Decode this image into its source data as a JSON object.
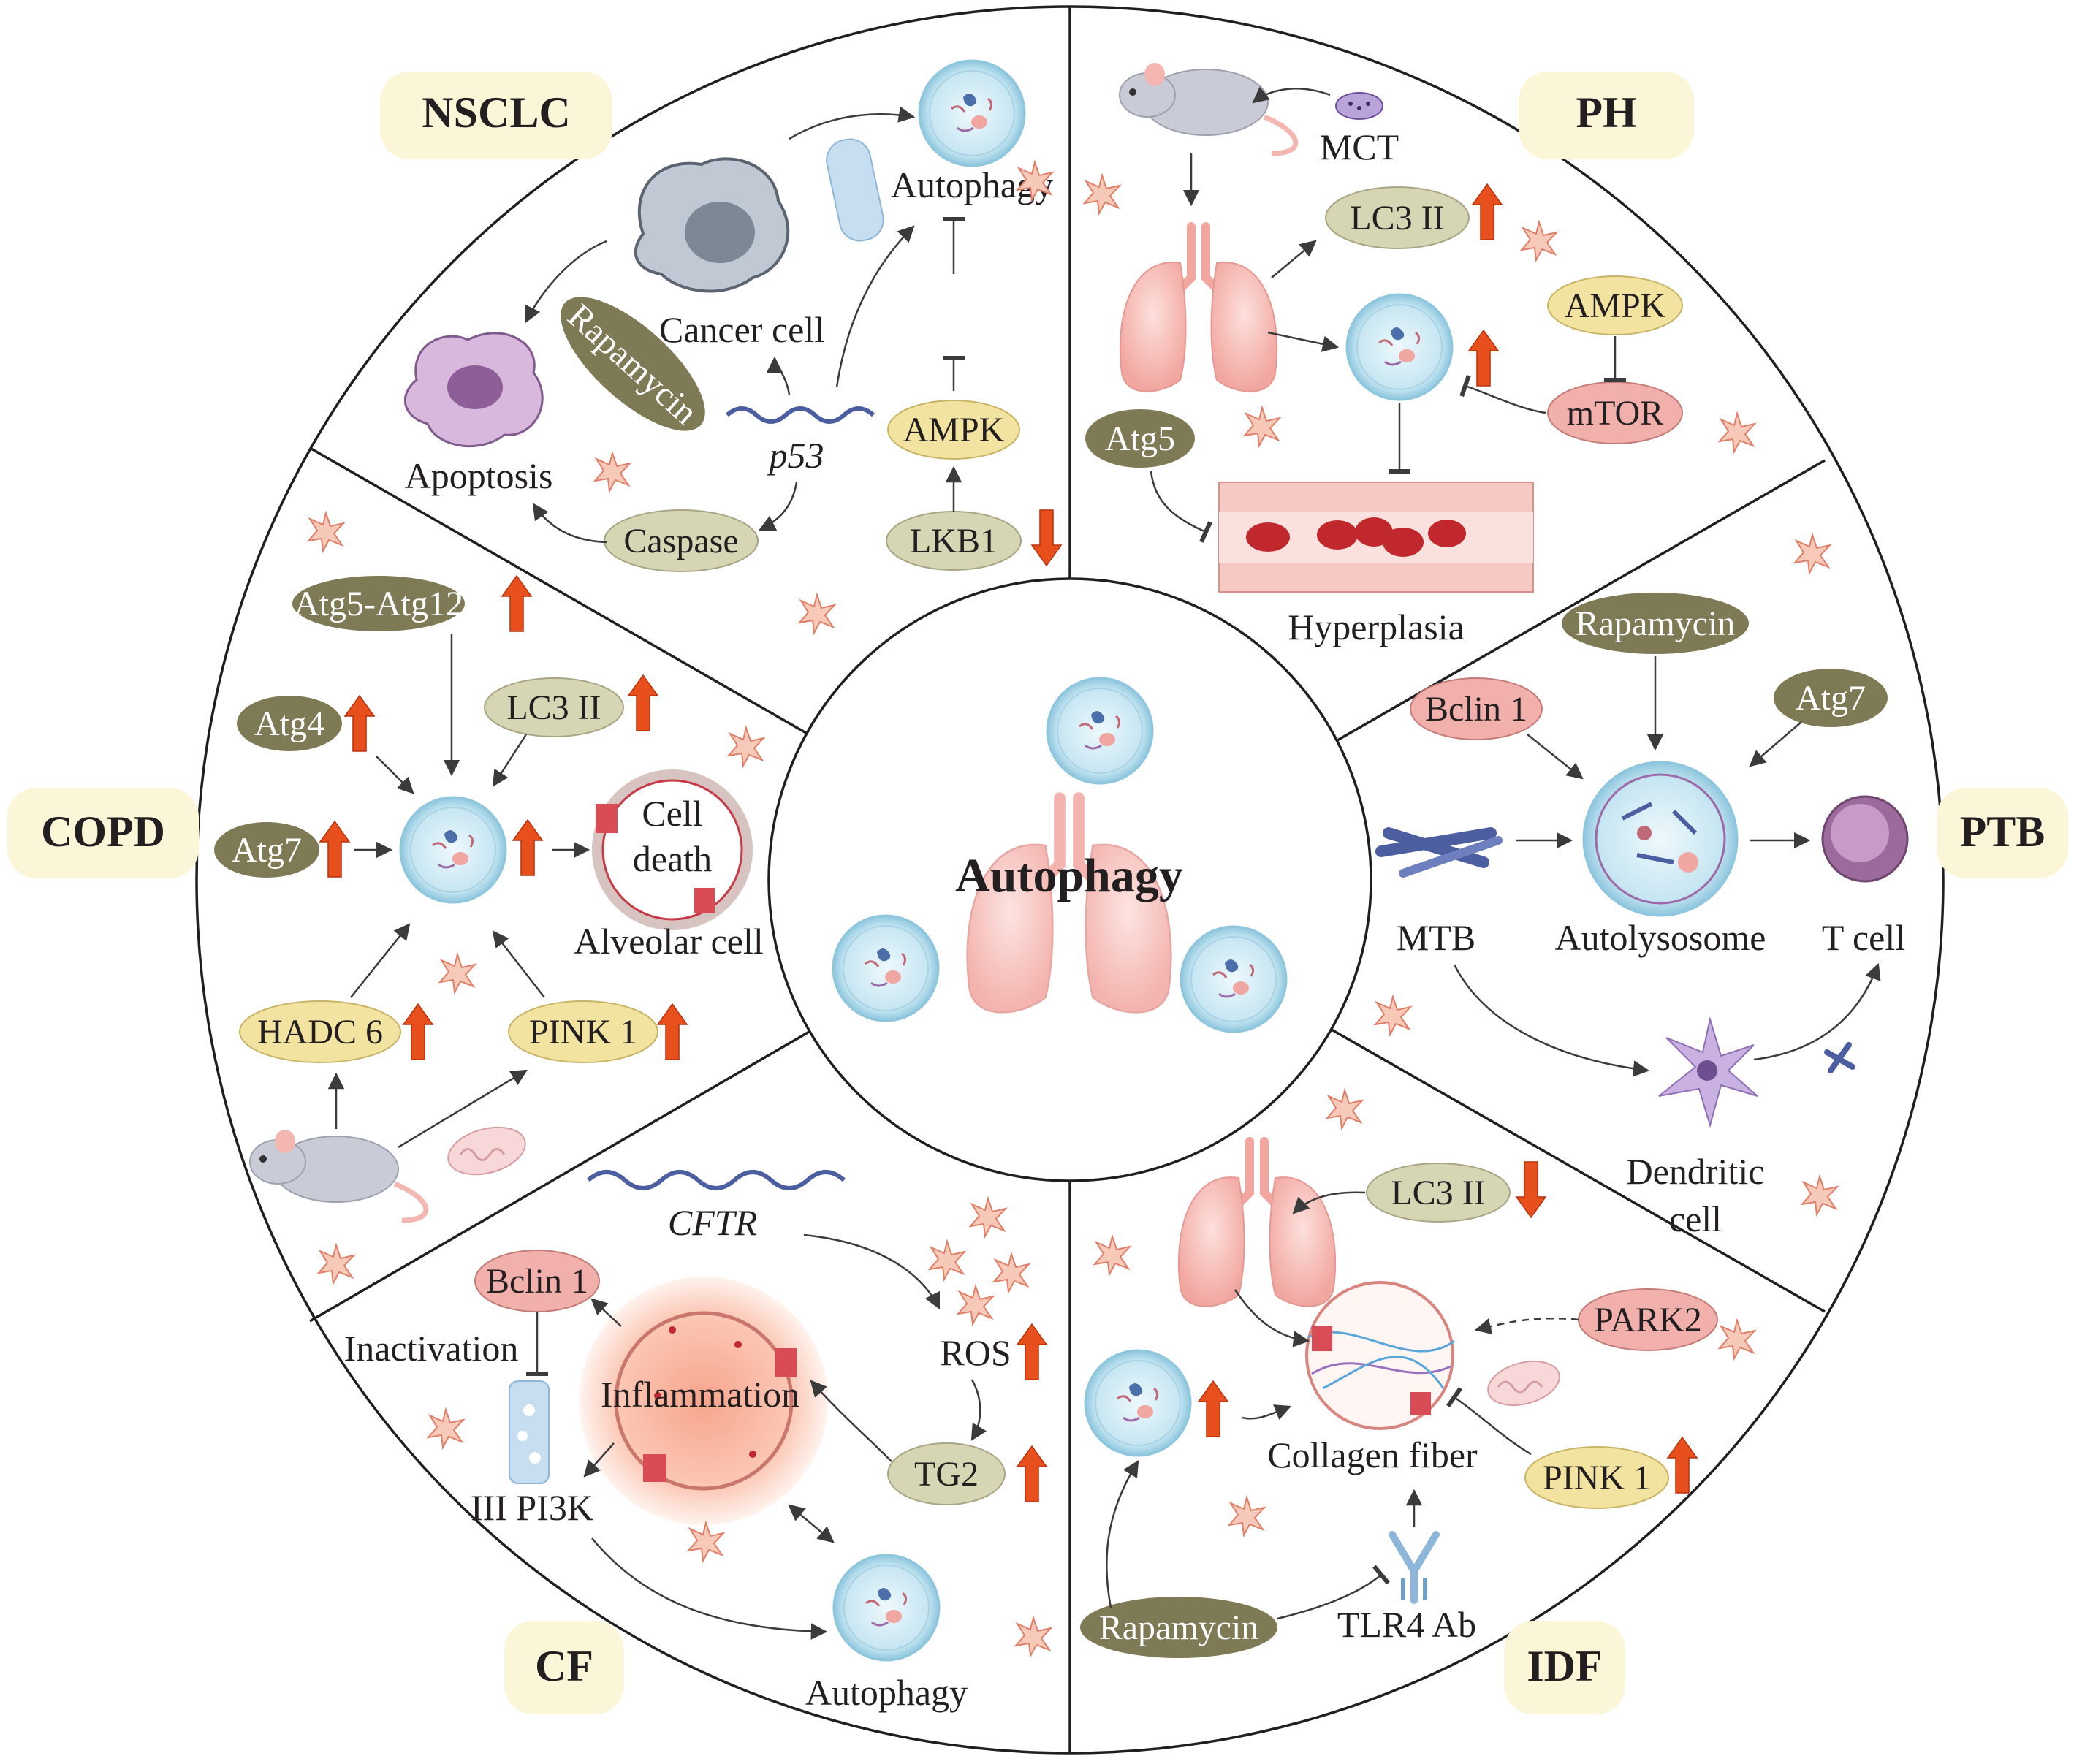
{
  "center": {
    "title": "Autophagy"
  },
  "diseases": {
    "nsclc": "NSCLC",
    "ph": "PH",
    "copd": "COPD",
    "ptb": "PTB",
    "cf": "CF",
    "idf": "IDF"
  },
  "nsclc": {
    "autophagy": "Autophagy",
    "cancer_cell": "Cancer cell",
    "rapamycin": "Rapamycin",
    "apoptosis": "Apoptosis",
    "p53": "p53",
    "caspase": "Caspase",
    "ampk": "AMPK",
    "lkb1": "LKB1"
  },
  "ph": {
    "mct": "MCT",
    "lc3": "LC3 II",
    "ampk": "AMPK",
    "mtor": "mTOR",
    "atg5": "Atg5",
    "hyperplasia": "Hyperplasia"
  },
  "copd": {
    "atg5_12": "Atg5-Atg12",
    "atg4": "Atg4",
    "lc3": "LC3 II",
    "atg7": "Atg7",
    "cell_death_1": "Cell",
    "cell_death_2": "death",
    "alveolar": "Alveolar cell",
    "hadc6": "HADC 6",
    "pink1": "PINK 1"
  },
  "ptb": {
    "rapamycin": "Rapamycin",
    "bclin": "Bclin 1",
    "atg7": "Atg7",
    "mtb": "MTB",
    "autolysosome": "Autolysosome",
    "tcell": "T cell",
    "dendritic_1": "Dendritic",
    "dendritic_2": "cell"
  },
  "cf": {
    "cftr": "CFTR",
    "bclin": "Bclin 1",
    "inactivation": "Inactivation",
    "pi3k": "III PI3K",
    "inflammation": "Inflammation",
    "ros": "ROS",
    "tg2": "TG2",
    "autophagy": "Autophagy"
  },
  "idf": {
    "lc3": "LC3 II",
    "park2": "PARK2",
    "collagen": "Collagen fiber",
    "pink1": "PINK 1",
    "rapamycin": "Rapamycin",
    "tlr4": "TLR4 Ab"
  },
  "colors": {
    "olive": "#7d7a55",
    "khaki": "#d7d6b4",
    "yellow": "#f3e3a0",
    "pink": "#f1b0ab",
    "label_bg": "#fbf6d7",
    "up_arrow": "#e7501c",
    "cell_blue": "#bfe0ee"
  }
}
